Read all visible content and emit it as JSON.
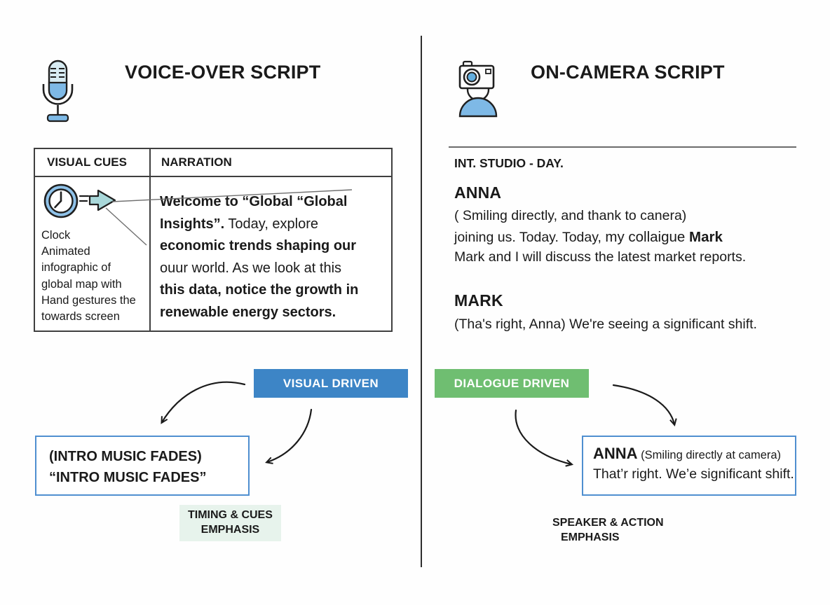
{
  "left": {
    "title": "VOICE-OVER SCRIPT",
    "icon": "microphone-icon",
    "table": {
      "header_visual": "VISUAL CUES",
      "header_narration": "NARRATION",
      "cue_icons": [
        "clock-icon",
        "right-arrow-icon"
      ],
      "cues_lines": [
        "Clock",
        "Animated",
        "infographic of",
        "global map with",
        "Hand gestures the",
        "towards screen"
      ],
      "narration": {
        "l1": "Welcome to “Global “Global",
        "l2a": "Insights”.",
        "l2b": " Today, explore",
        "l3": "economic trends shaping our",
        "l4": "ouur world. As we  look at this",
        "l5": "this data, notice the growth in",
        "l6": "renewable energy sectors."
      }
    },
    "tag_label": "VISUAL DRIVEN",
    "tag_color": "#3d85c6",
    "box_line1": "(INTRO MUSIC FADES)",
    "box_line2": "“INTRO MUSIC FADES”",
    "emphasis_line1": "TIMING & CUES",
    "emphasis_line2": "EMPHASIS",
    "emphasis_highlight": "#e7f3ec"
  },
  "right": {
    "title": "ON-CAMERA SCRIPT",
    "icon": "camera-person-icon",
    "scene_heading": "INT. STUDIO - DAY.",
    "anna_name": "ANNA",
    "anna_l1": "( Smiling directly, and thank to canera)",
    "anna_l2a": "joining us. Today. Today, ",
    "anna_l2b": "my collaigue ",
    "anna_l2c": "Mark",
    "anna_l3": "Mark and I will discuss the latest market reports.",
    "mark_name": "MARK",
    "mark_l1": "(Tha's right,  Anna)  We're seeing a significant shift.",
    "tag_label": "DIALOGUE DRIVEN",
    "tag_color": "#6fbe71",
    "box_speaker": "ANNA",
    "box_parenthetical": " (Smiling directly at camera)",
    "box_line2": "That’r right. We’e significant shift.",
    "emphasis_line1": "SPEAKER & ACTION",
    "emphasis_line2": "EMPHASIS"
  },
  "colors": {
    "callout_border": "#4f8fd0",
    "icon_blue": "#7eb9e6",
    "arrow_teal": "#a9d8da",
    "divider": "#2e2e2e"
  }
}
